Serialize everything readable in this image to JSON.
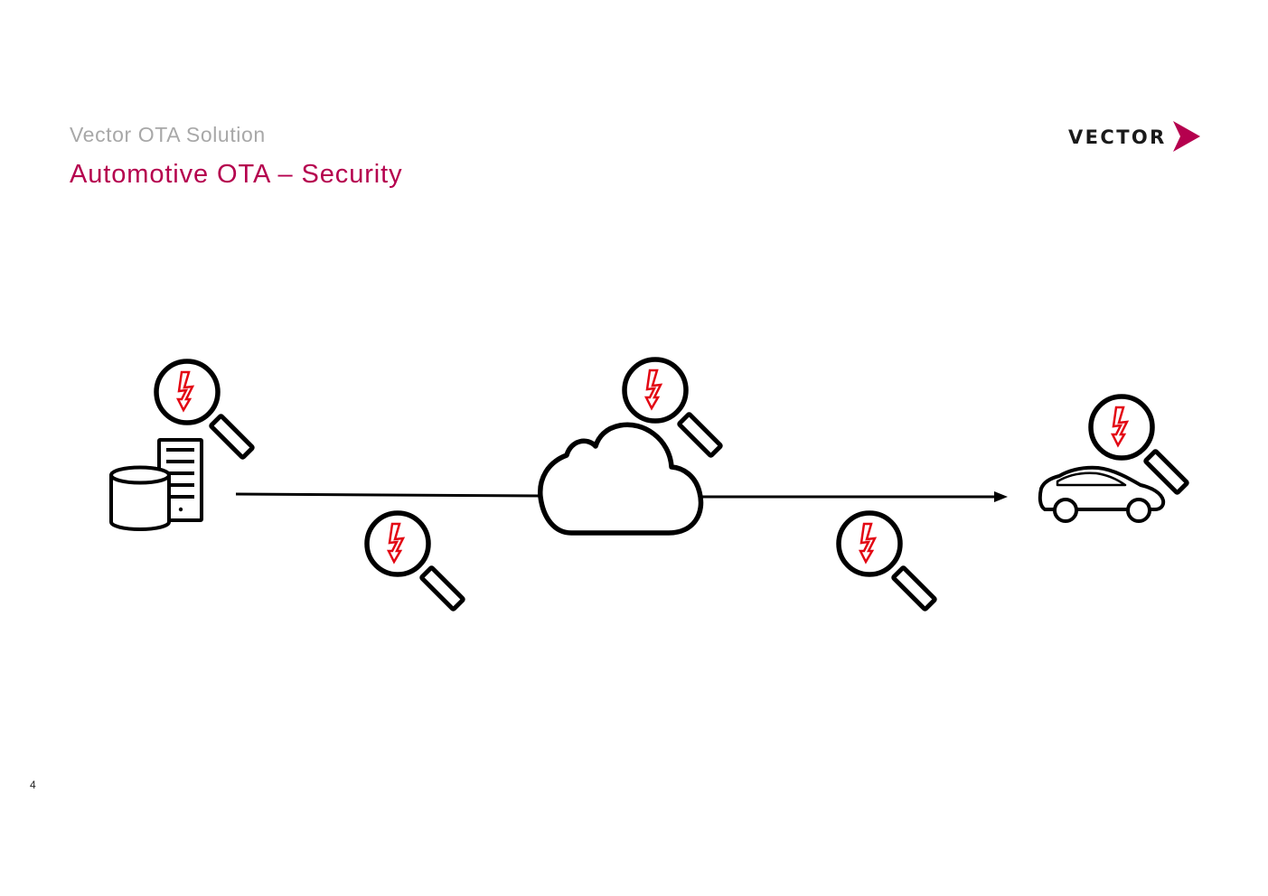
{
  "header": {
    "subtitle": "Vector OTA Solution",
    "title": "Automotive OTA – Security"
  },
  "logo": {
    "text": "VECTOR",
    "chevron_icon": "chevron-right-icon"
  },
  "footer": {
    "page_number": "4"
  },
  "colors": {
    "title": "#b5004e",
    "subtitle": "#a8a8a8",
    "logo_accent": "#b5004e",
    "threat": "#e30613",
    "stroke": "#000000"
  },
  "diagram": {
    "nodes": [
      {
        "id": "backend-server",
        "icon": "server-database-icon"
      },
      {
        "id": "cloud",
        "icon": "cloud-icon"
      },
      {
        "id": "vehicle",
        "icon": "car-icon"
      }
    ],
    "connections": [
      {
        "from": "backend-server",
        "to": "cloud",
        "arrow": false
      },
      {
        "from": "cloud",
        "to": "vehicle",
        "arrow": true
      }
    ],
    "threat_markers": [
      {
        "target": "backend-server",
        "icon": "magnifier-lightning-icon"
      },
      {
        "target": "link-backend-cloud",
        "icon": "magnifier-lightning-icon"
      },
      {
        "target": "cloud",
        "icon": "magnifier-lightning-icon"
      },
      {
        "target": "link-cloud-vehicle",
        "icon": "magnifier-lightning-icon"
      },
      {
        "target": "vehicle",
        "icon": "magnifier-lightning-icon"
      }
    ]
  }
}
